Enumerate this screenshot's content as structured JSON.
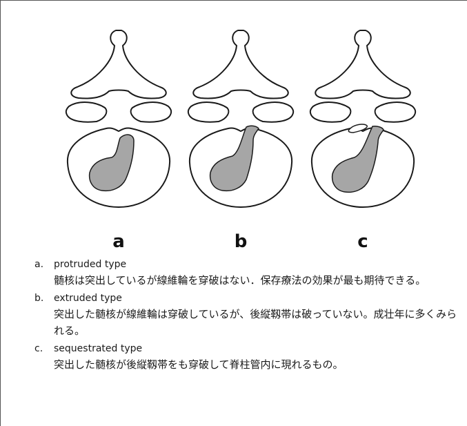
{
  "figure": {
    "panels": [
      {
        "letter": "a",
        "label": "a"
      },
      {
        "letter": "b",
        "label": "b"
      },
      {
        "letter": "c",
        "label": "c"
      }
    ],
    "colors": {
      "nucleus": "#a6a6a6",
      "outline": "#1a1a1a"
    }
  },
  "captions": [
    {
      "letter": "a.",
      "type": "protruded type",
      "text": "髄核は突出しているが線維輪を穿破はない．保存療法の効果が最も期待できる。"
    },
    {
      "letter": "b.",
      "type": "extruded type",
      "text": "突出した髄核が線維輪は穿破しているが、後縦靱帯は破っていない。成壮年に多くみられる。"
    },
    {
      "letter": "c.",
      "type": "sequestrated type",
      "text": "突出した髄核が後縦靱帯をも穿破して脊柱管内に現れるもの。"
    }
  ]
}
